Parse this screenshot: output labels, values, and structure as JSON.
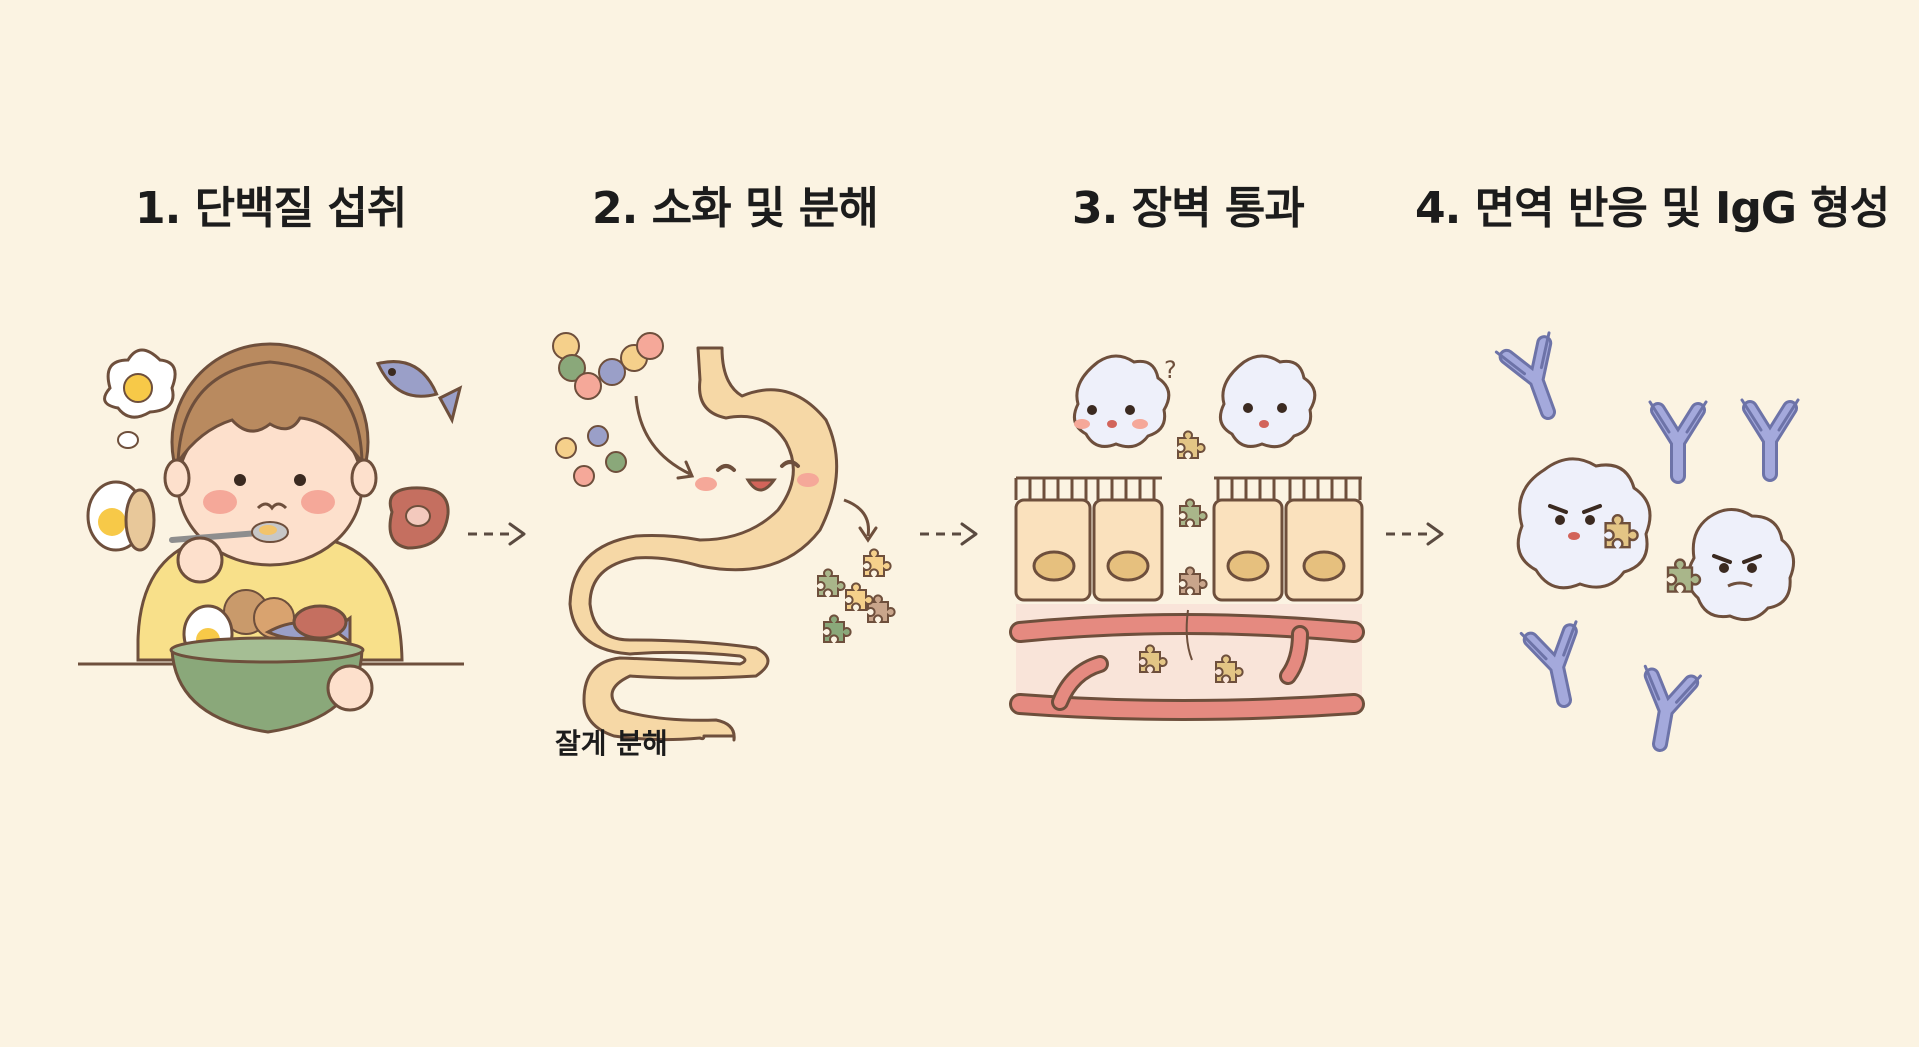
{
  "steps": [
    {
      "title": "1. 단백질 섭취"
    },
    {
      "title": "2. 소화 및 분해"
    },
    {
      "title": "3. 장벽 통과"
    },
    {
      "title": "4. 면역 반응 및 IgG 형성"
    }
  ],
  "step2": {
    "sublabel": "잘게 분해"
  },
  "colors": {
    "background": "#fbf3e2",
    "outline": "#6e4f3c",
    "stomach": "#f6d8a6",
    "bowl": "#8aa87a",
    "sweater": "#f8e18d",
    "vessel": "#e58a80",
    "immune_cell": "#eef0fa",
    "antibody": "#9ea4d6",
    "antigen_fragment": "#d9bd7a"
  },
  "icons": [
    "fried-egg-icon",
    "fish-icon",
    "boiled-egg-icon",
    "meat-icon",
    "arrow-right-icon",
    "antibody-icon",
    "puzzle-fragment-icon"
  ]
}
